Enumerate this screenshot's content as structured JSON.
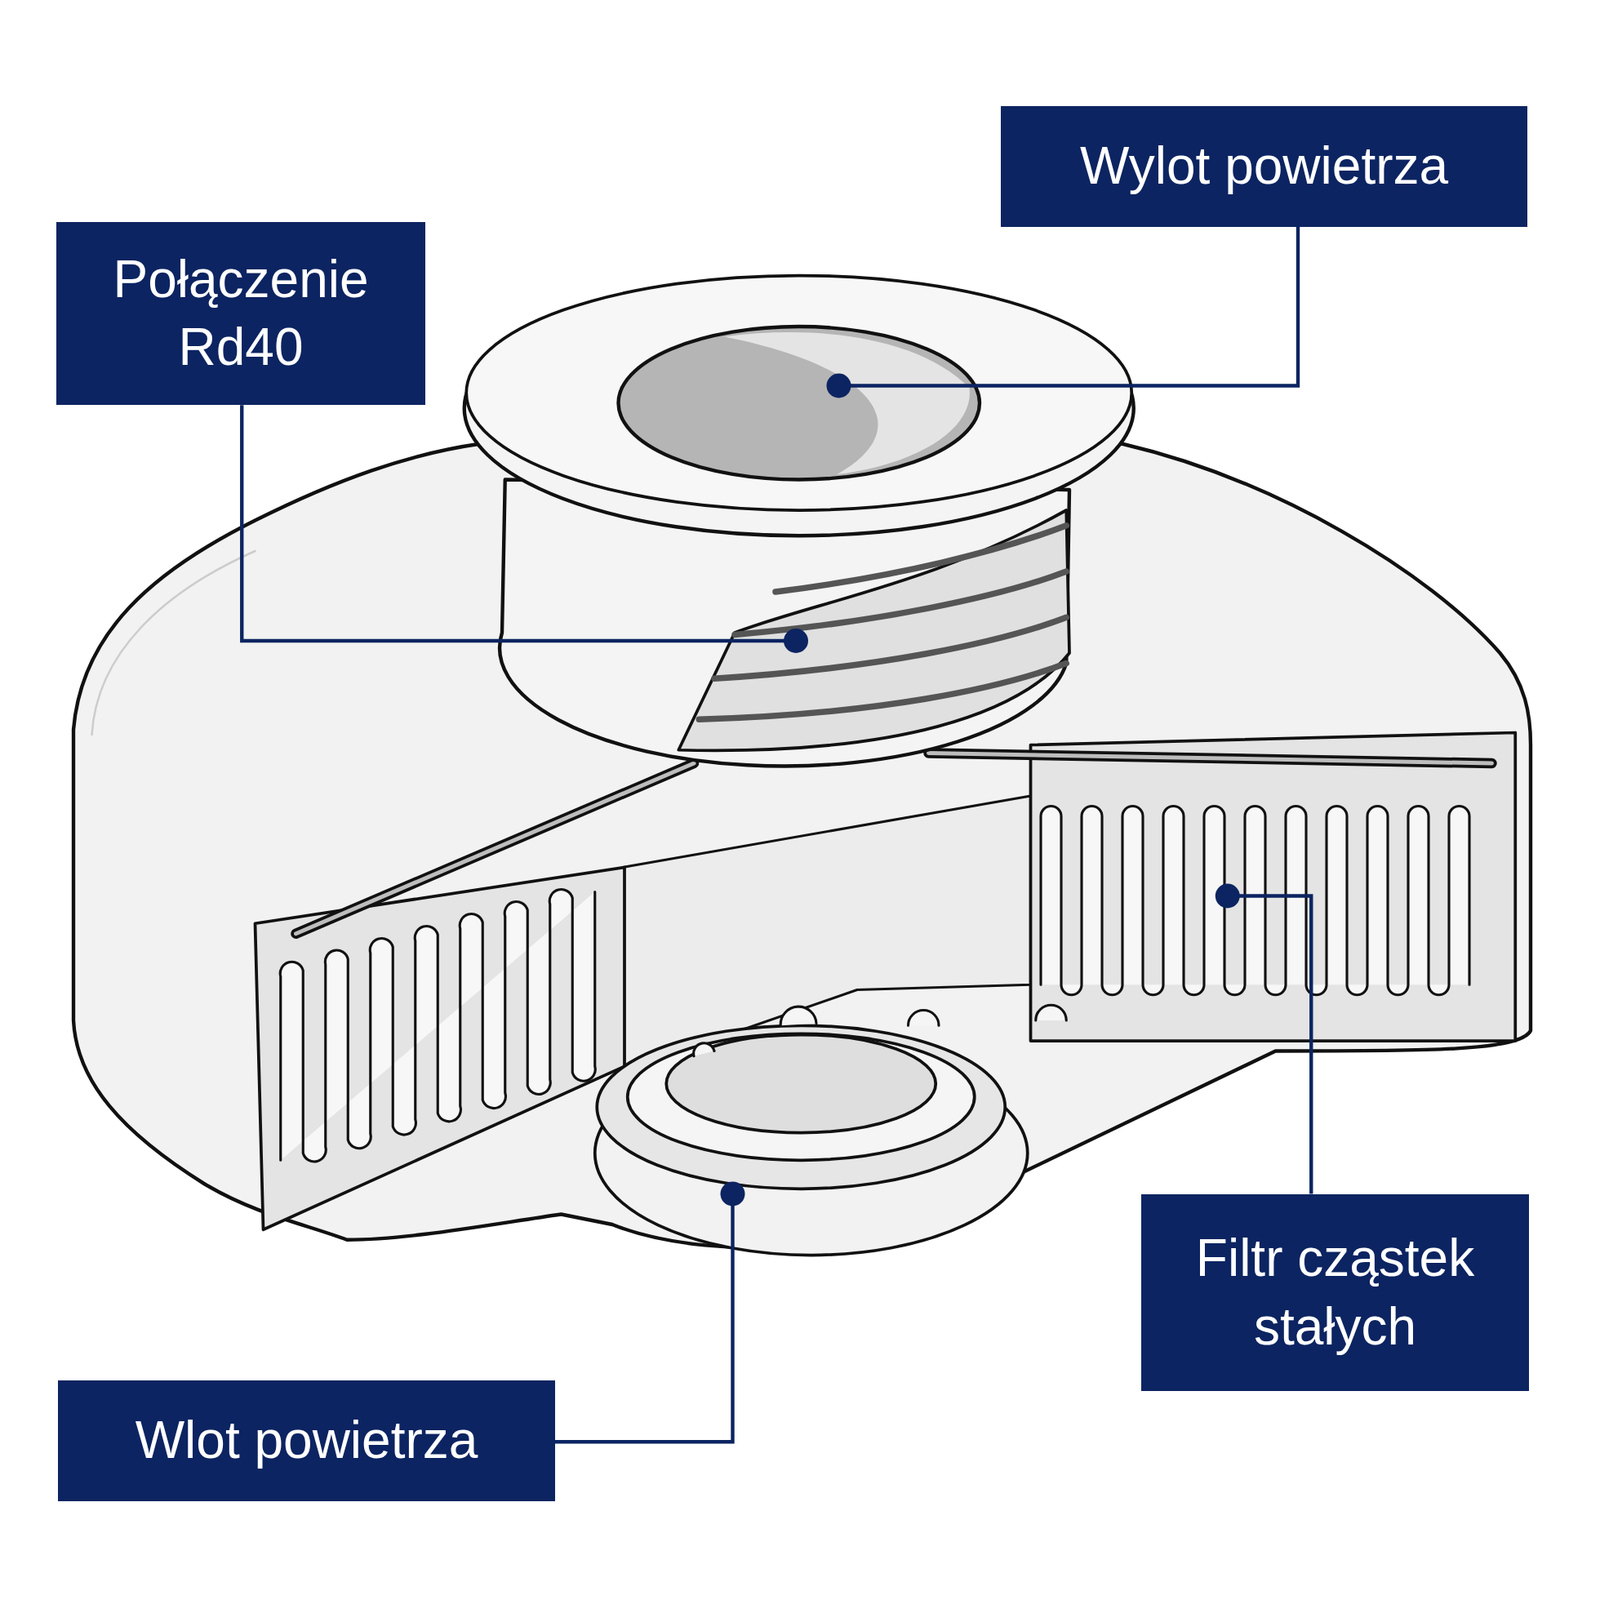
{
  "diagram": {
    "nodes": [
      {
        "text": [
          "Wylot powietrza"
        ]
      },
      {
        "text": [
          "Połączenie Rd40"
        ]
      },
      {
        "text": [
          "Filtr cząstek stałych"
        ]
      },
      {
        "text": [
          "Wlot powietrza"
        ]
      }
    ]
  }
}
